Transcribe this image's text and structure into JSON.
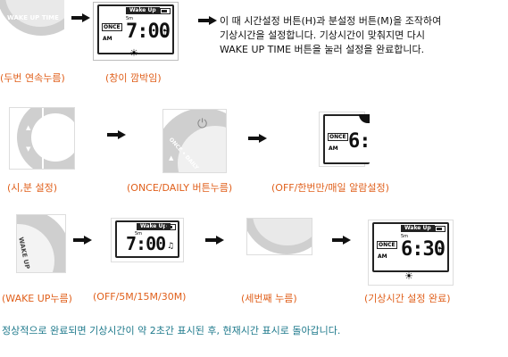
{
  "instructions": [
    "이 때 시간설정 버튼(H)과 분설정 버튼(M)을 조작하여",
    "기상시간을 설정합니다. 기상시간이 맞춰지면 다시",
    "WAKE UP TIME 버튼을 눌러 설정을 완료합니다."
  ],
  "row1_captions": [
    "(두번 연속누름)",
    "(창이 깜박임)"
  ],
  "row2_captions": [
    "(시,분 설정)",
    "(ONCE/DAILY 버튼누름)",
    "(OFF/한번만/매일 알람설정)"
  ],
  "row3_captions": [
    "(WAKE UP누름)",
    "(OFF/5M/15M/30M)",
    "(세번째 누름)",
    "(기상시간 설정 완료)"
  ],
  "footer": "정상적으로 완료되면 기상시간이 약 2초간 표시된 후, 현재시간 표시로 돌아갑니다.",
  "device_labels": {
    "wake_up_time": "WAKE UP TIME",
    "wake_up": "WAKE UP",
    "wake_up_tab": "Wake Up",
    "once": "ONCE",
    "am": "AM",
    "once_daily": "ONCE • DAILY",
    "snooze_5m": "5m",
    "time_700": "7:00",
    "time_630": "6:30",
    "time_partial": "6:",
    "hour_button": "H",
    "minute_button": "M"
  },
  "icons": [
    "right-arrow-icon",
    "bell-icon",
    "battery-icon",
    "lightbulb-icon",
    "power-icon"
  ],
  "colors": {
    "caption": "#e0601c",
    "footer": "#1f7a8c",
    "text": "#111111",
    "dial": "#cfcfcf"
  }
}
